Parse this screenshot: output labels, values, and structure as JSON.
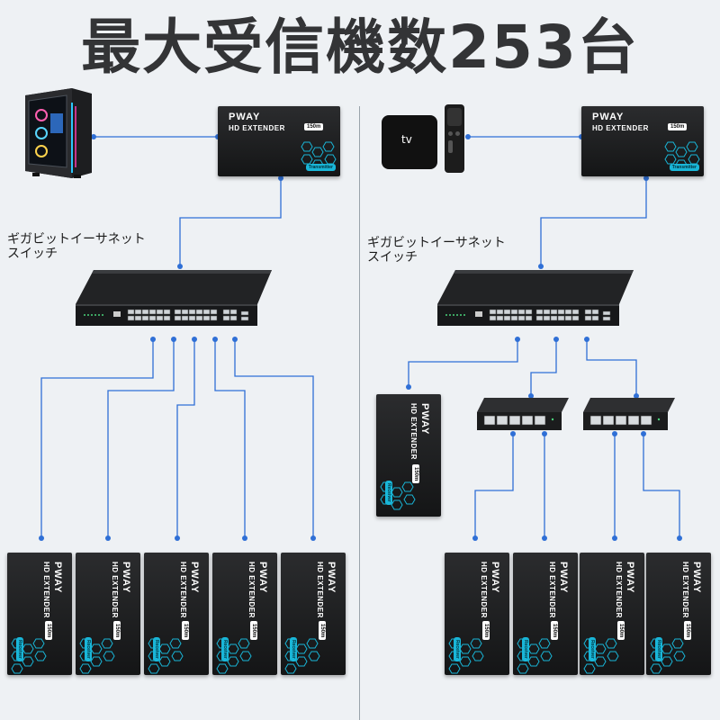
{
  "title": "最大受信機数253台",
  "switch_label_line1": "ギガビットイーサネット",
  "switch_label_line2": "スイッチ",
  "device": {
    "brand": "PWAY",
    "model": "HD EXTENDER",
    "distance": "150m",
    "transmitter_tag": "Transmitter",
    "receiver_tag": "Receiver"
  },
  "tv_logo": "tv",
  "colors": {
    "wire": "#2f6fd6",
    "accent": "#19b6d8",
    "device": "#1c1d1f",
    "background": "#eef1f4"
  }
}
